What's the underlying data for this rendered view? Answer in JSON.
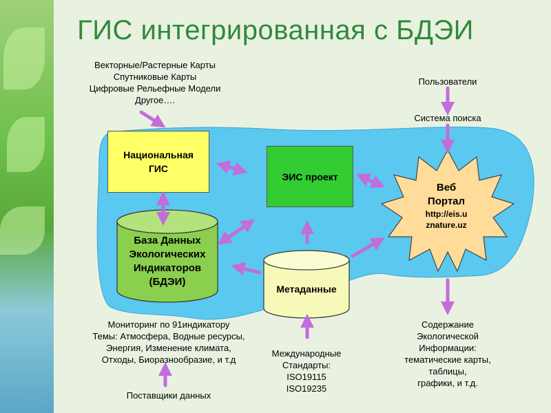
{
  "title": "ГИС интегрированная с БДЭИ",
  "colors": {
    "title": "#2f8a3a",
    "lake": "#5bc8ef",
    "national_gis": "#ffff66",
    "eis": "#33cc33",
    "cylinder": "#8bcf4e",
    "sun": "#ffdc9a",
    "arrow": "#c36cdc"
  },
  "sources": [
    "Векторные/Растерные Карты",
    "Спутниковые Карты",
    "Цифровые Рельефные Модели",
    "Другое…."
  ],
  "users": "Пользователи",
  "search_system": "Система поиска",
  "nodes": {
    "national_gis": [
      "Национальная",
      "ГИС"
    ],
    "eis_project": "ЭИС проект",
    "database": [
      "База Данных",
      "Экологических",
      "Индикаторов",
      "(БДЭИ)"
    ],
    "metadata": "Метаданные",
    "portal": {
      "line1": "Веб",
      "line2": "Портал",
      "url1": "http://eis.u",
      "url2": "znature.uz"
    }
  },
  "monitoring": [
    "Мониторинг по 91индикатору",
    "Темы: Атмосфера, Водные ресурсы,",
    "Энергия, Изменение климата,",
    "Отходы,  Биоразнообразие, и т.д"
  ],
  "data_providers": "Поставщики данных",
  "standards": [
    "Международные",
    "Стандарты:",
    "ISO19115",
    "ISO19235"
  ],
  "content": [
    "Содержание",
    "Экологической",
    "Информации:",
    "тематические карты,",
    "таблицы,",
    "графики, и т.д."
  ]
}
